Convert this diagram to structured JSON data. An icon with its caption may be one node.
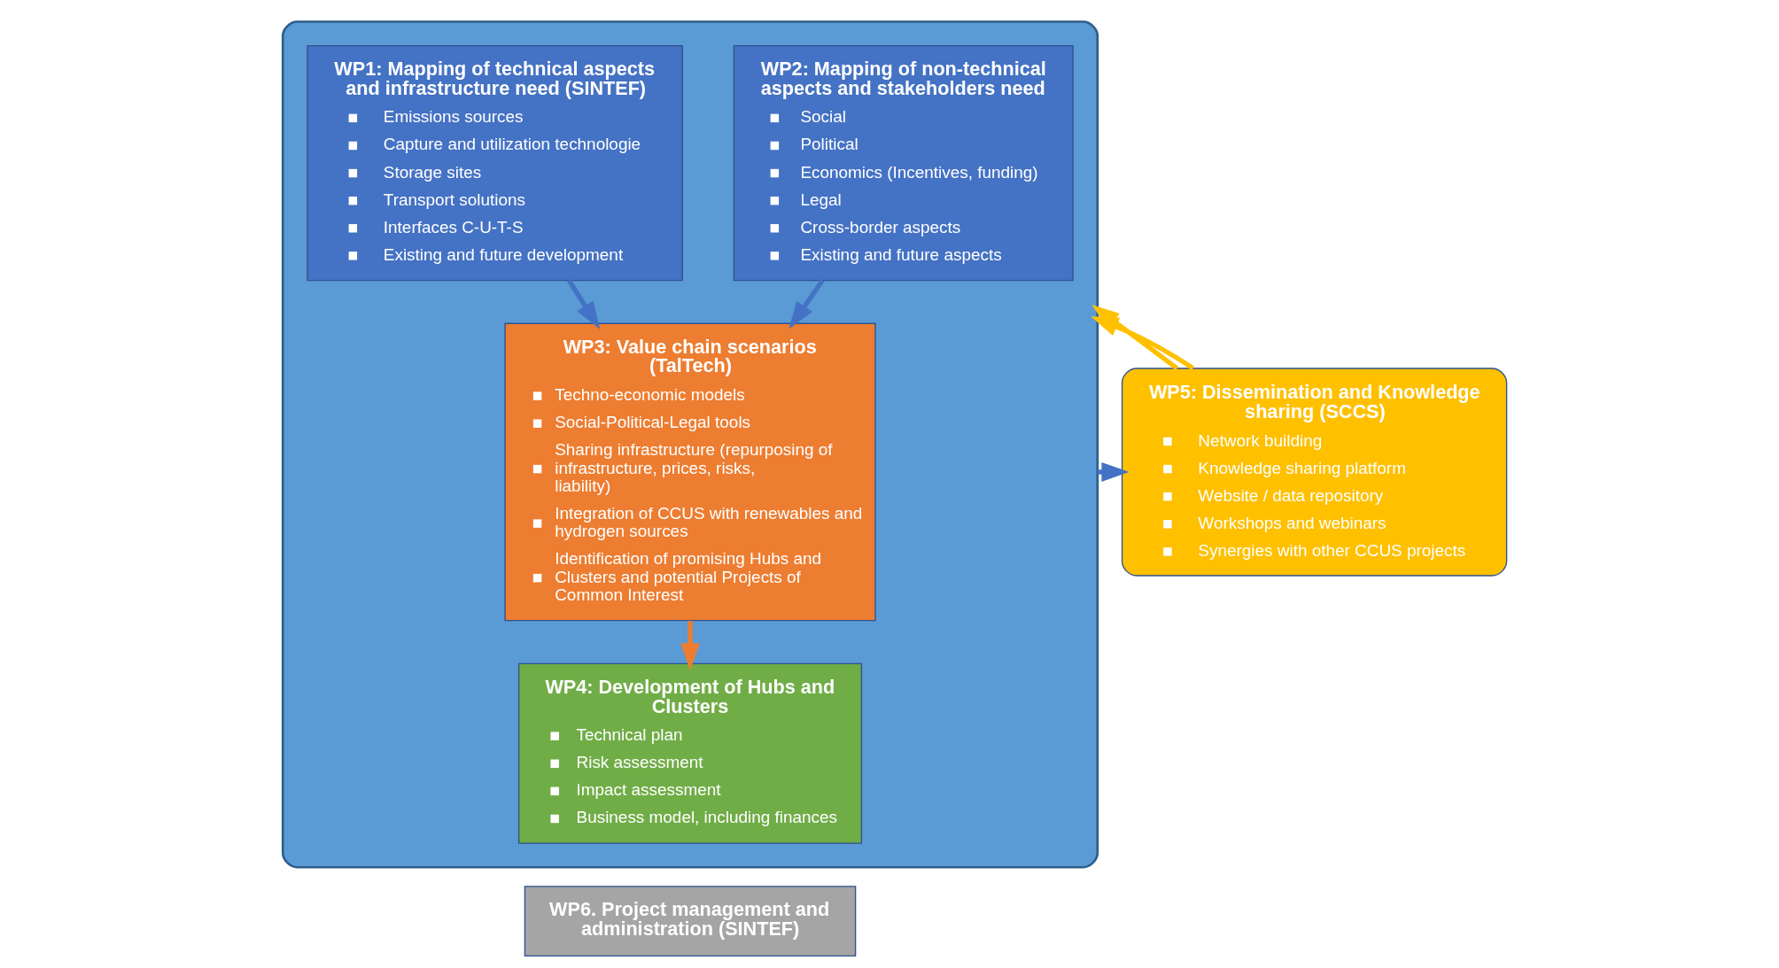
{
  "diagram": {
    "nodes": [
      {
        "text": [],
        "shape": "box"
      },
      {
        "text": [
          "WP1: Mapping of technical aspects and infrastructure need (SINTEF)",
          "Emissions sources",
          "Capture and utilization technologie",
          "Storage sites",
          "Transport solutions",
          "Interfaces C-U-T-S",
          "Existing and future development"
        ],
        "in": 0
      },
      {
        "text": [
          "WP2: Mapping of non-technical aspects and stakeholders need",
          "Social",
          "Political",
          "Economics (Incentives, funding)",
          "Legal",
          "Cross-border aspects",
          "Existing and future aspects"
        ],
        "in": 0
      },
      {
        "text": [
          "WP3: Value chain scenarios (TalTech)",
          "Techno-economic models",
          "Social-Political-Legal tools",
          "Sharing infrastructure (repurposing of infrastructure, prices, risks, liability)",
          "Integration of CCUS with renewables and hydrogen sources",
          "Identification of promising Hubs and Clusters and potential Projects of Common Interest"
        ],
        "in": 0
      },
      {
        "text": [
          "WP4: Development of Hubs and Clusters",
          "Technical plan",
          "Risk assessment",
          "Impact assessment",
          "Business model, including finances"
        ],
        "in": 0
      },
      {
        "text": [
          "WP5: Dissemination and Knowledge sharing (SCCS)",
          "Network building",
          "Knowledge sharing platform",
          "Website / data repository",
          "Workshops and webinars",
          "Synergies with other CCUS projects"
        ]
      },
      {
        "text": [
          "WP6. Project management and administration (SINTEF)"
        ]
      }
    ],
    "edges": [
      {
        "from": 1,
        "to": 3,
        "arrow": "to"
      },
      {
        "from": 2,
        "to": 3,
        "arrow": "to"
      },
      {
        "from": 3,
        "to": 4,
        "arrow": "to",
        "color": "#ed7d31"
      },
      {
        "from": 0,
        "to": 5,
        "arrow": "to"
      },
      {
        "from": 5,
        "to": 0,
        "arrow": "to",
        "color": "#ffc000"
      },
      {
        "from": 5,
        "to": 0,
        "arrow": "to",
        "color": "#ffc000"
      }
    ]
  }
}
